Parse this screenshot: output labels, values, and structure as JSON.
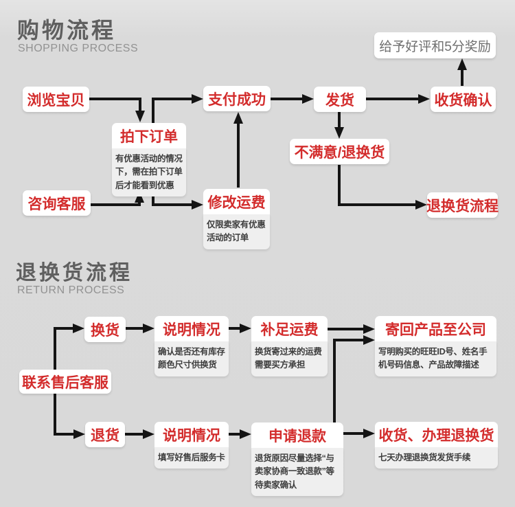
{
  "page": {
    "background": "#d9d9d9",
    "accent_red": "#d32c2c",
    "arrow_color": "#141414",
    "box_white": "#ffffff",
    "note_gray": "#efefef"
  },
  "shopping": {
    "title": "购物流程",
    "subtitle": "SHOPPING PROCESS",
    "nodes": {
      "browse": {
        "label": "浏览宝贝"
      },
      "place_order": {
        "label": "拍下订单",
        "note": "有优惠活动的情况\n下，需在拍下订单\n后才能看到优惠"
      },
      "pay_success": {
        "label": "支付成功"
      },
      "ship": {
        "label": "发货"
      },
      "confirm_receipt": {
        "label": "收货确认"
      },
      "praise": {
        "label": "给予好评和5分奖励"
      },
      "unsatisfied": {
        "label": "不满意/退换货"
      },
      "return_flow_link": {
        "label": "退换货流程"
      },
      "consult_service": {
        "label": "咨询客服"
      },
      "modify_freight": {
        "label": "修改运费",
        "note": "仅限卖家有优惠\n活动的订单"
      }
    }
  },
  "returns": {
    "title": "退换货流程",
    "subtitle": "RETURN PROCESS",
    "nodes": {
      "contact_after_sales": {
        "label": "联系售后客服"
      },
      "exchange": {
        "label": "换货"
      },
      "explain_exchange": {
        "label": "说明情况",
        "note": "确认是否还有库存\n颜色尺寸供换货"
      },
      "pay_freight": {
        "label": "补足运费",
        "note": "换货寄过来的运费\n需要买方承担"
      },
      "send_back": {
        "label": "寄回产品至公司",
        "note": "写明购买的旺旺ID号、姓名手\n机号码信息、产品故障描述"
      },
      "return_goods": {
        "label": "退货"
      },
      "explain_return": {
        "label": "说明情况",
        "note": "填写好售后服务卡"
      },
      "apply_refund": {
        "label": "申请退款",
        "note": "退货原因尽量选择“与\n卖家协商一致退款”等\n待卖家确认"
      },
      "receive_handle": {
        "label": "收货、办理退换货",
        "note": "七天办理退换货发货手续"
      }
    }
  }
}
